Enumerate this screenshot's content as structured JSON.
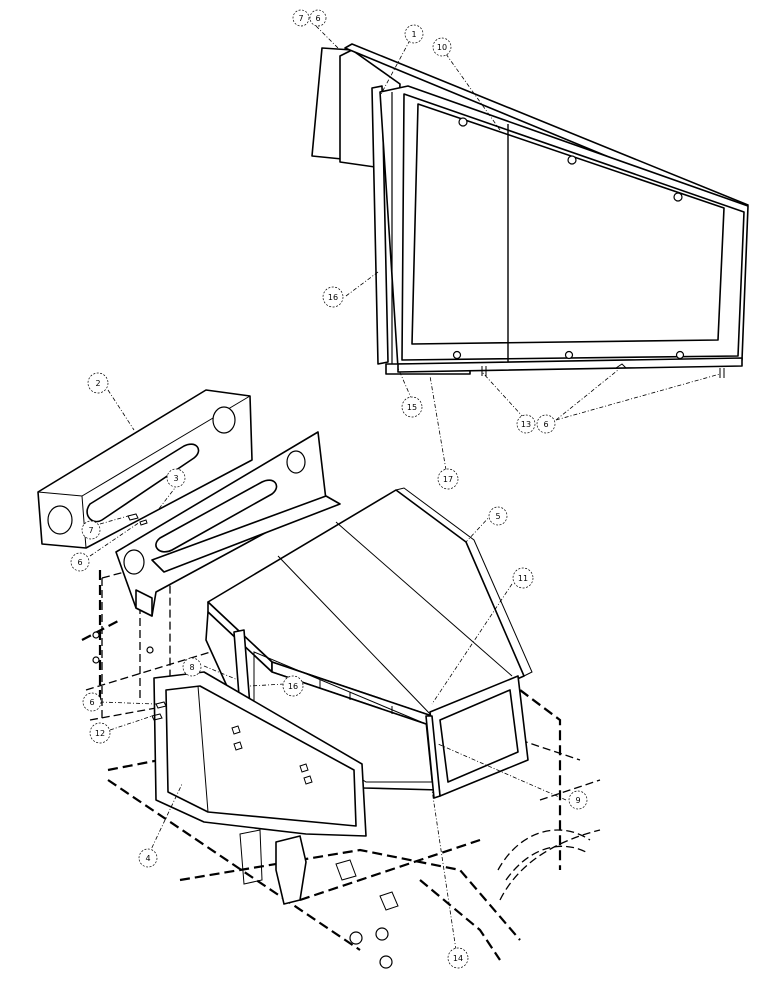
{
  "callouts": [
    {
      "id": "c-7-top",
      "label": "7"
    },
    {
      "id": "c-6-top",
      "label": "6"
    },
    {
      "id": "c-1",
      "label": "1"
    },
    {
      "id": "c-10-top",
      "label": "10"
    },
    {
      "id": "c-16-top",
      "label": "16"
    },
    {
      "id": "c-15",
      "label": "15"
    },
    {
      "id": "c-13",
      "label": "13"
    },
    {
      "id": "c-6-right",
      "label": "6"
    },
    {
      "id": "c-17",
      "label": "17"
    },
    {
      "id": "c-2",
      "label": "2"
    },
    {
      "id": "c-3",
      "label": "3"
    },
    {
      "id": "c-7-mid",
      "label": "7"
    },
    {
      "id": "c-6-mid",
      "label": "6"
    },
    {
      "id": "c-5",
      "label": "5"
    },
    {
      "id": "c-11",
      "label": "11"
    },
    {
      "id": "c-8",
      "label": "8"
    },
    {
      "id": "c-16-mid",
      "label": "16"
    },
    {
      "id": "c-6-low",
      "label": "6"
    },
    {
      "id": "c-12",
      "label": "12"
    },
    {
      "id": "c-9",
      "label": "9"
    },
    {
      "id": "c-4",
      "label": "4"
    },
    {
      "id": "c-14",
      "label": "14"
    }
  ]
}
